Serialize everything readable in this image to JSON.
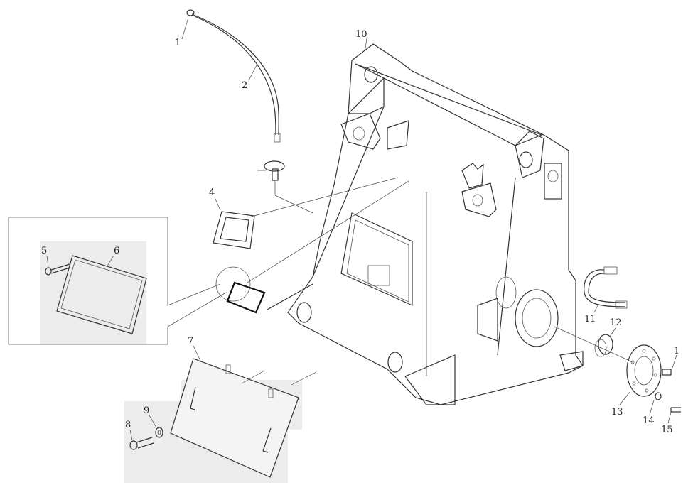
{
  "diagram": {
    "callouts": [
      {
        "id": "c1a",
        "label": "1"
      },
      {
        "id": "c2",
        "label": "2"
      },
      {
        "id": "c4",
        "label": "4"
      },
      {
        "id": "c5",
        "label": "5"
      },
      {
        "id": "c6",
        "label": "6"
      },
      {
        "id": "c7",
        "label": "7"
      },
      {
        "id": "c8",
        "label": "8"
      },
      {
        "id": "c9",
        "label": "9"
      },
      {
        "id": "c10",
        "label": "10"
      },
      {
        "id": "c11",
        "label": "11"
      },
      {
        "id": "c12",
        "label": "12"
      },
      {
        "id": "c13",
        "label": "13"
      },
      {
        "id": "c1b",
        "label": "1"
      },
      {
        "id": "c14",
        "label": "14"
      },
      {
        "id": "c15",
        "label": "15"
      }
    ]
  }
}
